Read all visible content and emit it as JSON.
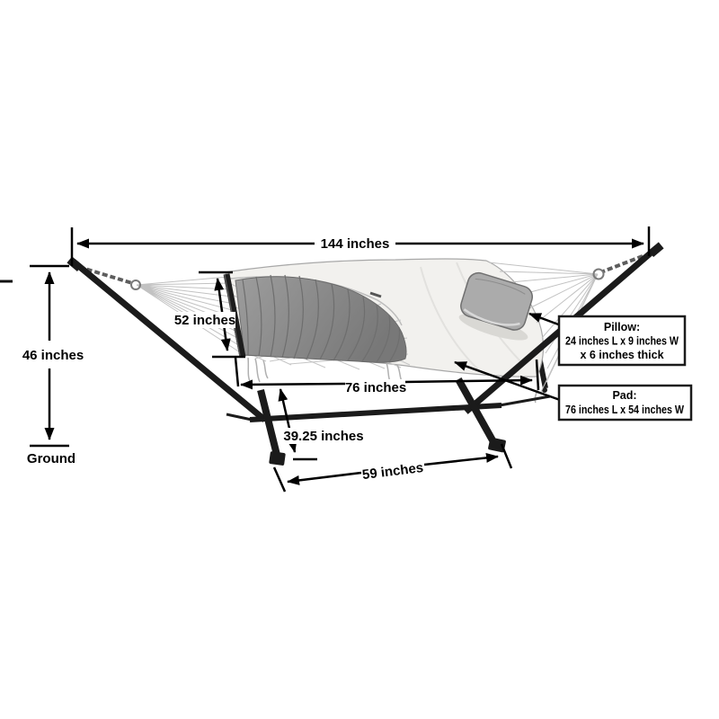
{
  "diagram": {
    "dimensions": {
      "overall_width": "144 inches",
      "stand_height": "46 inches",
      "bed_width": "52 inches",
      "pad_span": "76 inches",
      "bed_height": "39.25 inches",
      "base_width": "59 inches"
    },
    "ground_label": "Ground",
    "callouts": {
      "pillow": {
        "title": "Pillow:",
        "line2": "24 inches L x 9 inches W",
        "line3": "x 6 inches thick"
      },
      "pad": {
        "title": "Pad:",
        "line2": "76 inches L x 54 inches W"
      }
    },
    "colors": {
      "frame": "#1b1b1b",
      "annotation": "#000000",
      "quilt": "#8f8f8f",
      "pad_surface": "#f2f1ee",
      "rope": "#c2c2c2"
    }
  }
}
